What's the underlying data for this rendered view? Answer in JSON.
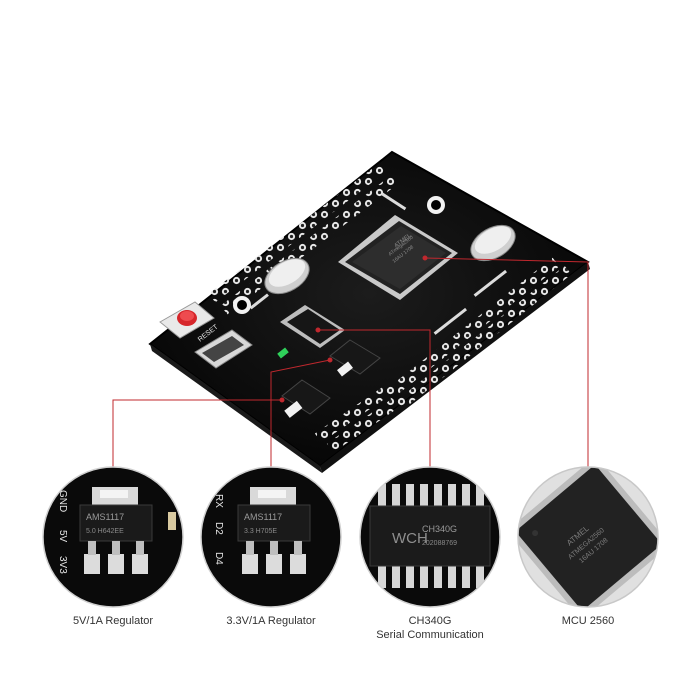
{
  "colors": {
    "background": "#ffffff",
    "pcb": "#0b0b0b",
    "callout_line": "#c0282e",
    "reset_button": "#d6262b",
    "led": "#2fd15a",
    "caption_text": "#333333"
  },
  "board": {
    "reset_label": "RESET",
    "mcu_markings": [
      "ATMEL",
      "ATmega2560",
      "16AU 1708"
    ]
  },
  "callouts": [
    {
      "id": "reg5v",
      "caption_lines": [
        "5V/1A Regulator"
      ],
      "pin_labels": [
        "GND",
        "5V",
        "3V3"
      ],
      "chip_markings": [
        "AMS1117",
        "5.0 H642EE"
      ]
    },
    {
      "id": "reg33",
      "caption_lines": [
        "3.3V/1A Regulator"
      ],
      "pin_labels": [
        "RX",
        "D2",
        "D4"
      ],
      "chip_markings": [
        "AMS1117",
        "3.3 H705E"
      ]
    },
    {
      "id": "ch340",
      "caption_lines": [
        "CH340G",
        "Serial Communication"
      ],
      "chip_markings": [
        "WCH",
        "CH340G",
        "202088769"
      ]
    },
    {
      "id": "mcu",
      "caption_lines": [
        "MCU 2560"
      ],
      "chip_markings": [
        "ATMEL",
        "ATMEGA2560",
        "16AU 1708"
      ]
    }
  ]
}
